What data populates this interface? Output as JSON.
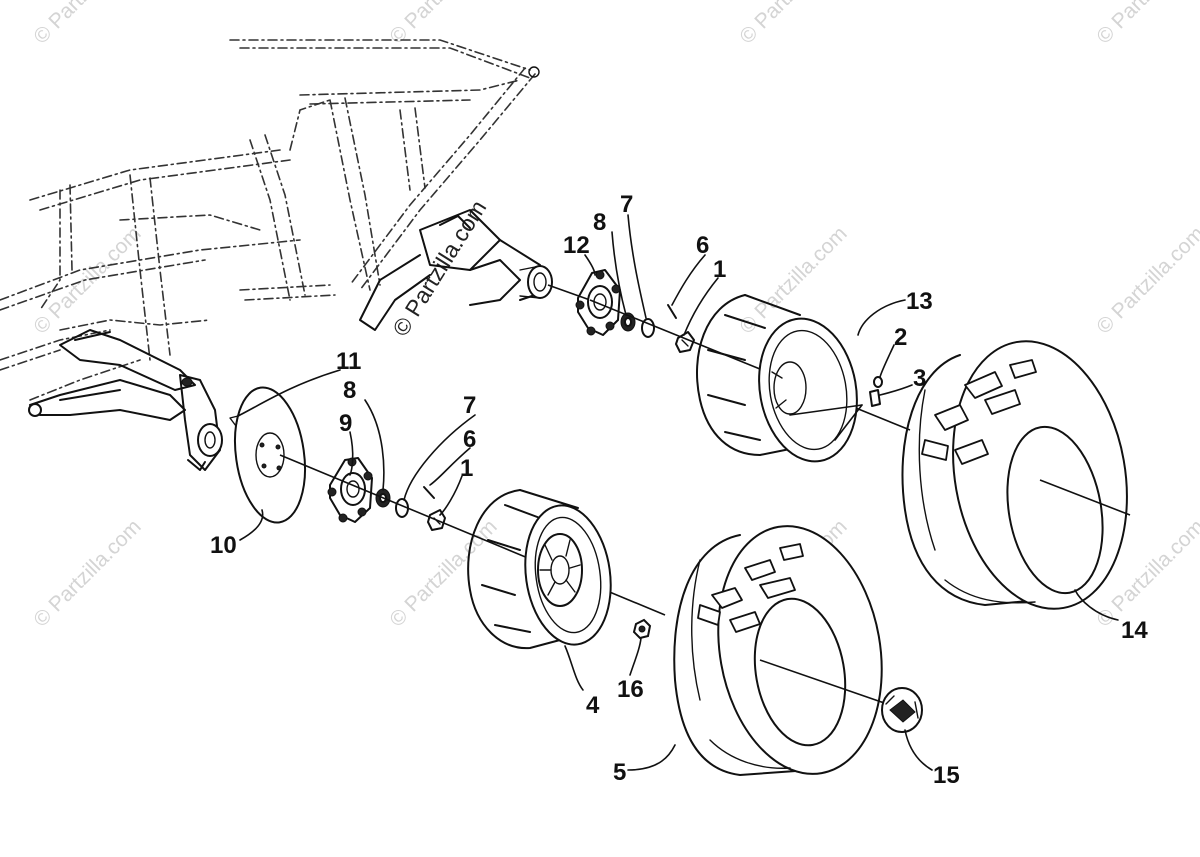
{
  "watermark_text": "© Partzilla.com",
  "watermark_center_text": "© Partzilla.com",
  "callouts": [
    "1",
    "2",
    "3",
    "4",
    "5",
    "6",
    "7",
    "8",
    "9",
    "10",
    "11",
    "12",
    "13",
    "14",
    "15",
    "16"
  ],
  "labels": {
    "l11": "11",
    "l8a": "8",
    "l9": "9",
    "l7a": "7",
    "l6a": "6",
    "l1a": "1",
    "l10": "10",
    "l4": "4",
    "l16": "16",
    "l5": "5",
    "l15": "15",
    "l12": "12",
    "l8b": "8",
    "l7b": "7",
    "l6b": "6",
    "l1b": "1",
    "l13": "13",
    "l2": "2",
    "l3": "3",
    "l14": "14"
  }
}
